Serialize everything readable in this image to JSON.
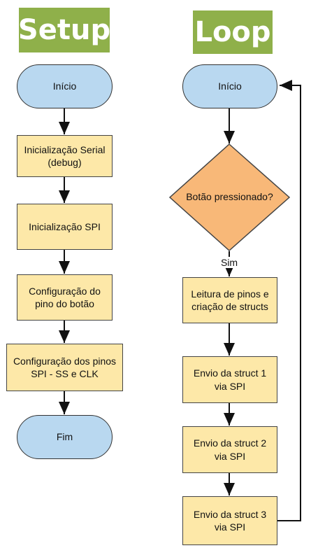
{
  "setup": {
    "title": "Setup",
    "steps": [
      "Início",
      "Inicialização Serial\n(debug)",
      "Inicialização SPI",
      "Configuração do\npino do botão",
      "Configuração dos pinos\nSPI - SS e CLK",
      "Fim"
    ]
  },
  "loop": {
    "title": "Loop",
    "start": "Início",
    "decision": "Botão pressionado?",
    "yes_label": "Sim",
    "steps": [
      "Leitura de pinos e\ncriação de structs",
      "Envio da struct 1\nvia SPI",
      "Envio da struct 2\nvia SPI",
      "Envio da struct 3\nvia SPI"
    ]
  },
  "colors": {
    "header": "#8fb04a",
    "terminal": "#b9d8f0",
    "process": "#fde8a8",
    "decision": "#f8b878"
  }
}
